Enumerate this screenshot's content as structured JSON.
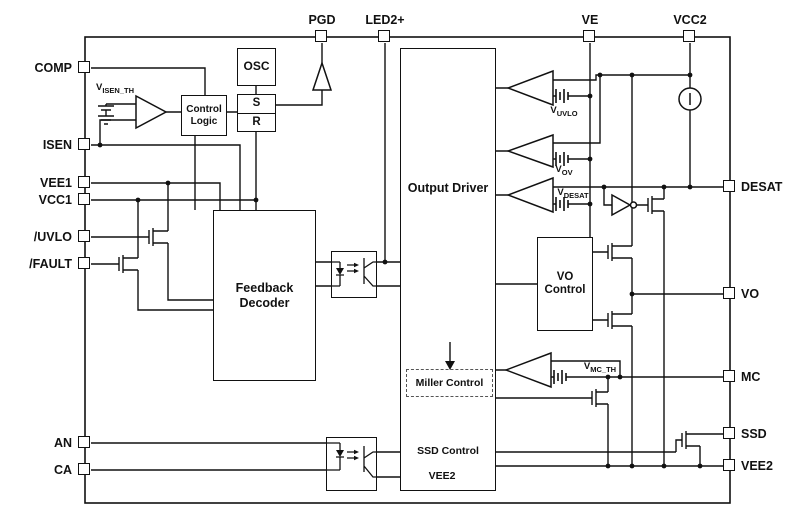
{
  "diagram": {
    "pins": {
      "comp": "COMP",
      "isen": "ISEN",
      "vee1": "VEE1",
      "vcc1": "VCC1",
      "uvlo": "/UVLO",
      "fault": "/FAULT",
      "an": "AN",
      "ca": "CA",
      "pgd": "PGD",
      "led2": "LED2+",
      "ve": "VE",
      "vcc2": "VCC2",
      "desat": "DESAT",
      "vo": "VO",
      "mc": "MC",
      "ssd": "SSD",
      "vee2": "VEE2"
    },
    "blocks": {
      "osc": "OSC",
      "sr_s": "S",
      "sr_r": "R",
      "control_logic": "Control Logic",
      "feedback_decoder": "Feedback Decoder",
      "output_driver": "Output Driver",
      "vo_control": "VO Control",
      "miller_control": "Miller Control",
      "ssd_control": "SSD Control",
      "vee2_internal": "VEE2"
    },
    "thresholds": {
      "visen": {
        "base": "V",
        "sub": "ISEN_TH"
      },
      "vuvlo": {
        "base": "V",
        "sub": "UVLO"
      },
      "vov": {
        "base": "V",
        "sub": "OV"
      },
      "vdesat": {
        "base": "V",
        "sub": "DESAT"
      },
      "vmc": {
        "base": "V",
        "sub": "MC_TH"
      }
    },
    "colors": {
      "line": "#111111",
      "background": "#ffffff"
    }
  }
}
